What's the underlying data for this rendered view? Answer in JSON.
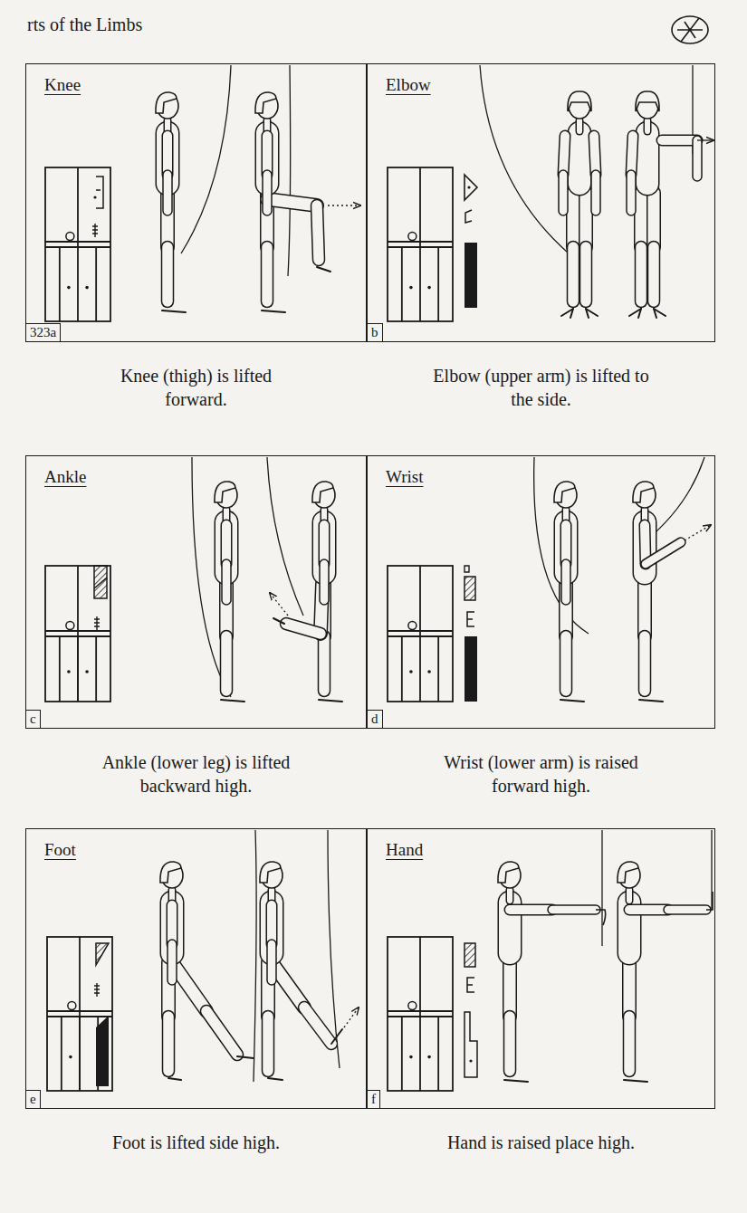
{
  "diagram": {
    "title": "rts of the Limbs",
    "nodes": [
      {
        "text": [
          "Knee",
          "323a"
        ]
      },
      {
        "text": [
          "Elbow",
          "b"
        ]
      },
      {
        "text": [
          "Ankle",
          "c"
        ]
      },
      {
        "text": [
          "Wrist",
          "d"
        ]
      },
      {
        "text": [
          "Foot",
          "e"
        ]
      },
      {
        "text": [
          "Hand",
          "f"
        ]
      }
    ],
    "labels": [
      "Knee (thigh) is lifted forward.",
      "Elbow (upper arm) is lifted to the side.",
      "Ankle (lower leg) is lifted backward high.",
      "Wrist (lower arm) is raised forward high.",
      "Foot is lifted side high.",
      "Hand is raised place high."
    ]
  }
}
